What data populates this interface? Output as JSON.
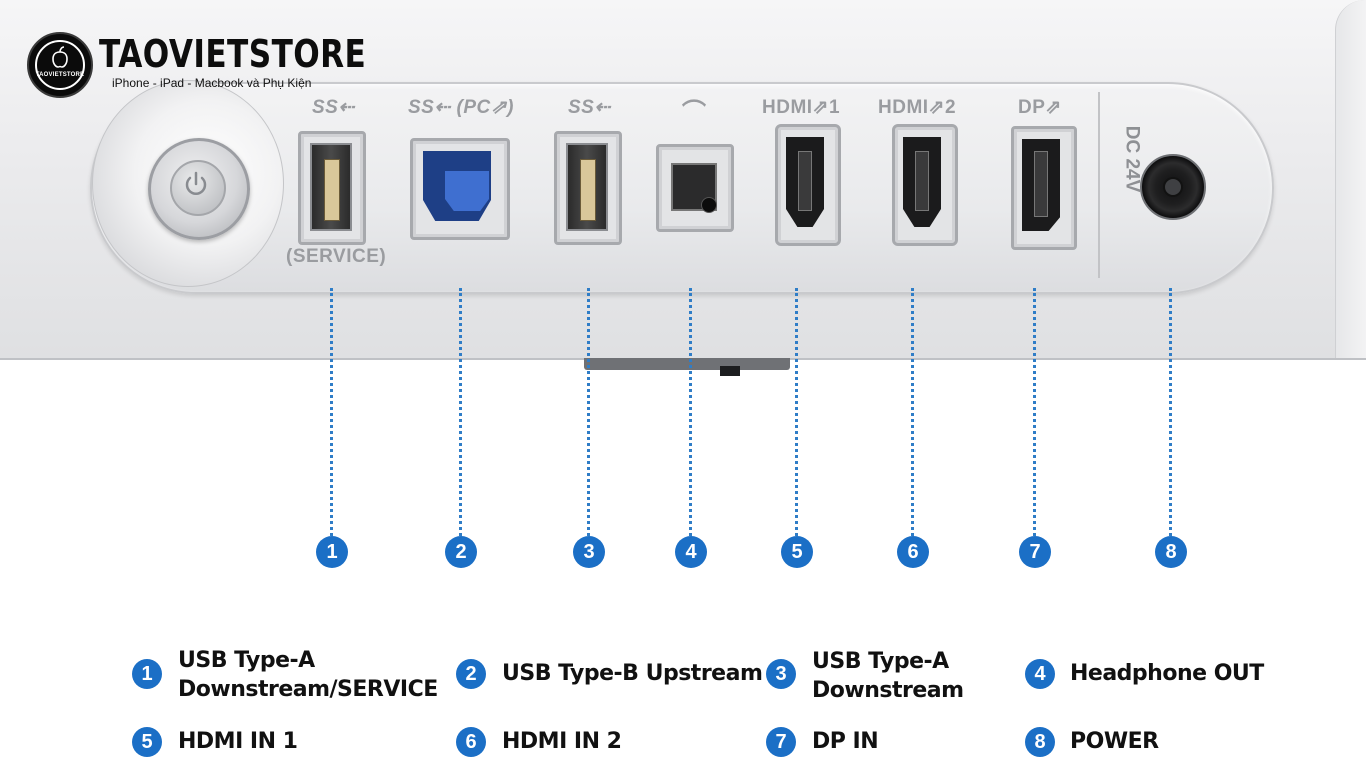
{
  "brand": {
    "name": "TAOVIETSTORE",
    "badge": "TAOVIETSTORE",
    "tagline": "iPhone - iPad - Macbook và Phụ Kiện"
  },
  "ports": {
    "p1": {
      "top": "SS⇠",
      "bottom": "(SERVICE)"
    },
    "p2": {
      "top": "SS⇠ (PC⇗)"
    },
    "p3": {
      "top": "SS⇠"
    },
    "p4": {
      "top": "⌒"
    },
    "p5": {
      "top": "HDMI⇗1"
    },
    "p6": {
      "top": "HDMI⇗2"
    },
    "p7": {
      "top": "DP⇗"
    },
    "p8": {
      "top": "DC 24V"
    }
  },
  "numbers": [
    "1",
    "2",
    "3",
    "4",
    "5",
    "6",
    "7",
    "8"
  ],
  "legend": [
    {
      "num": "1",
      "label": "USB Type-A\nDownstream/SERVICE"
    },
    {
      "num": "2",
      "label": "USB Type-B Upstream"
    },
    {
      "num": "3",
      "label": "USB Type-A\nDownstream"
    },
    {
      "num": "4",
      "label": "Headphone OUT"
    },
    {
      "num": "5",
      "label": "HDMI IN 1"
    },
    {
      "num": "6",
      "label": "HDMI IN 2"
    },
    {
      "num": "7",
      "label": "DP IN"
    },
    {
      "num": "8",
      "label": "POWER"
    }
  ],
  "colors": {
    "accent": "#1b6fc6",
    "dots": "#2f7dc7"
  }
}
